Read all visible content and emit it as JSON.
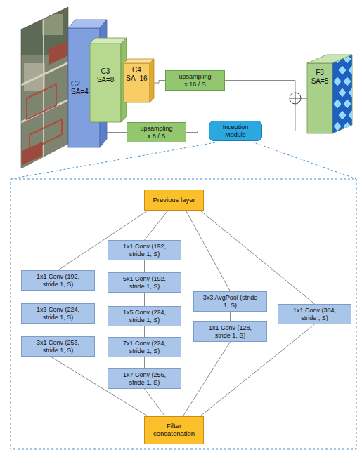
{
  "diagram": {
    "nodes": [
      {
        "text": [
          "C2",
          "SA=4"
        ]
      },
      {
        "text": [
          "C3",
          "SA=8"
        ]
      },
      {
        "text": [
          "C4",
          "SA=16"
        ]
      },
      {
        "text": [
          "upsampling x 16 / S"
        ]
      },
      {
        "text": [
          "F3",
          "SA=5"
        ]
      },
      {
        "text": [
          "upsampling x 8 / S"
        ]
      },
      {
        "text": [
          "Inception Module"
        ]
      },
      {
        "text": [
          "Previous layer"
        ]
      },
      {
        "text": [
          "1x1 Conv (192, stride 1, S)"
        ]
      },
      {
        "text": [
          "1x1 Conv (192, stride 1, S)"
        ]
      },
      {
        "text": [
          "5x1 Conv (192, stride 1, S)"
        ]
      },
      {
        "text": [
          "1x3 Conv (224, stride 1, S)"
        ]
      },
      {
        "text": [
          "1x5 Conv (224, stride 1, S)"
        ]
      },
      {
        "text": [
          "3x3 AvgPool (stride 1, S)"
        ]
      },
      {
        "text": [
          "1x1 Conv (384, stride , S)"
        ]
      },
      {
        "text": [
          "1x1 Conv (128, stride 1, S)"
        ]
      },
      {
        "text": [
          "3x1 Conv (256, stride 1, S)"
        ]
      },
      {
        "text": [
          "7x1 Conv (224, stride 1, S)"
        ]
      },
      {
        "text": [
          "1x7 Conv (256, stride 1, S)"
        ]
      },
      {
        "text": [
          "Filter concatenation"
        ]
      }
    ],
    "edges": [
      {
        "from": 2,
        "to": 3,
        "arrow": "none"
      },
      {
        "from": 3,
        "to": 4,
        "arrow": "none"
      },
      {
        "from": 1,
        "to": 5,
        "arrow": "none"
      },
      {
        "from": 5,
        "to": 6,
        "arrow": "none"
      },
      {
        "from": 6,
        "to": 4,
        "arrow": "none"
      },
      {
        "from": 7,
        "to": 9,
        "arrow": "none"
      },
      {
        "from": 7,
        "to": 8,
        "arrow": "none"
      },
      {
        "from": 7,
        "to": 13,
        "arrow": "none"
      },
      {
        "from": 7,
        "to": 14,
        "arrow": "none"
      },
      {
        "from": 9,
        "to": 11,
        "arrow": "none"
      },
      {
        "from": 11,
        "to": 16,
        "arrow": "none"
      },
      {
        "from": 16,
        "to": 19,
        "arrow": "none"
      },
      {
        "from": 8,
        "to": 10,
        "arrow": "none"
      },
      {
        "from": 10,
        "to": 12,
        "arrow": "none"
      },
      {
        "from": 12,
        "to": 17,
        "arrow": "none"
      },
      {
        "from": 17,
        "to": 18,
        "arrow": "none"
      },
      {
        "from": 18,
        "to": 19,
        "arrow": "none"
      },
      {
        "from": 13,
        "to": 15,
        "arrow": "none"
      },
      {
        "from": 15,
        "to": 19,
        "arrow": "none"
      },
      {
        "from": 14,
        "to": 19,
        "arrow": "none"
      }
    ]
  }
}
